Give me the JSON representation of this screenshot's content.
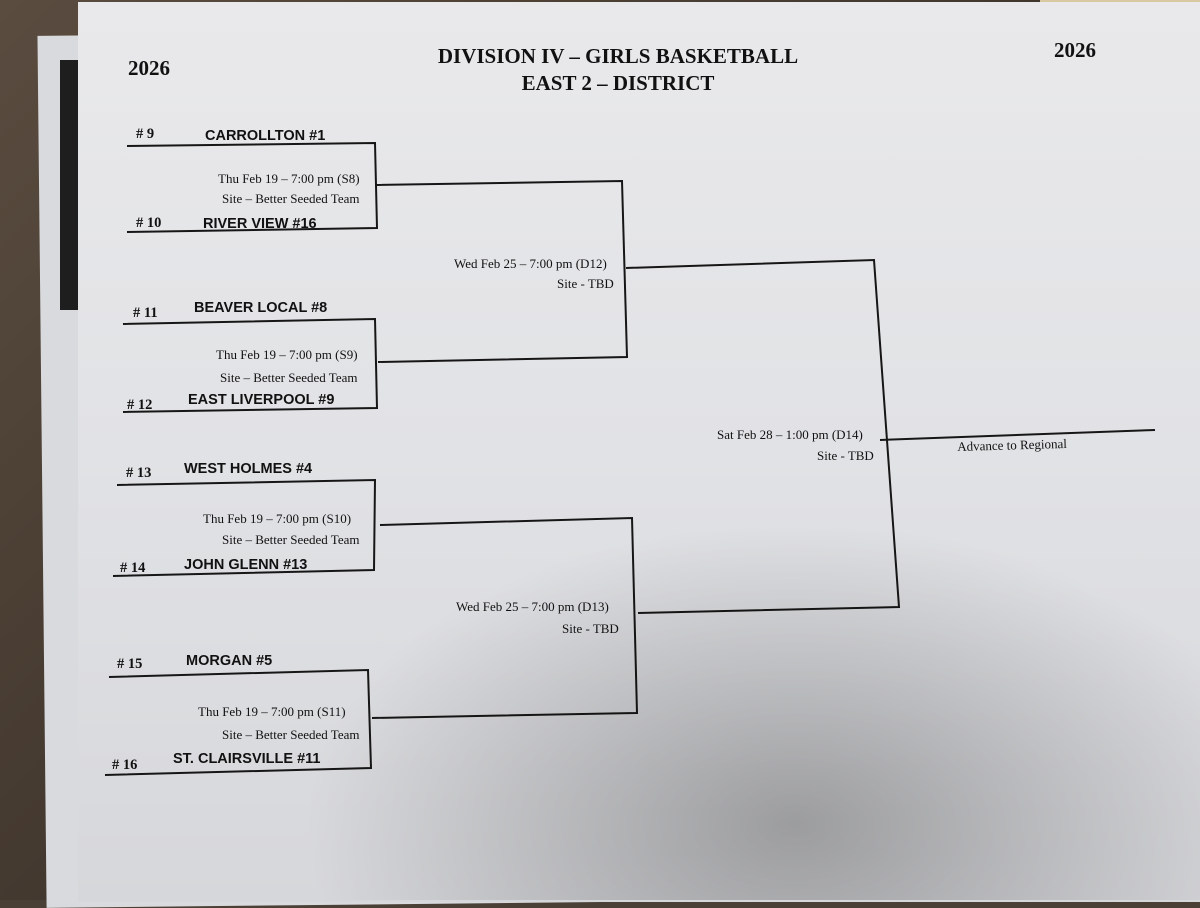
{
  "header": {
    "year_left": "2026",
    "year_right": "2026",
    "title_line1": "DIVISION IV – GIRLS BASKETBALL",
    "title_line2": "EAST 2 – DISTRICT"
  },
  "first_round": [
    {
      "top": {
        "seed": "# 9",
        "team": "CARROLLTON  #1"
      },
      "bottom": {
        "seed": "# 10",
        "team": "RIVER VIEW #16"
      },
      "game": "Thu Feb 19 – 7:00 pm (S8)",
      "site": "Site – Better Seeded Team"
    },
    {
      "top": {
        "seed": "# 11",
        "team": "BEAVER LOCAL #8"
      },
      "bottom": {
        "seed": "# 12",
        "team": "EAST LIVERPOOL #9"
      },
      "game": "Thu Feb 19 – 7:00 pm (S9)",
      "site": "Site – Better Seeded Team"
    },
    {
      "top": {
        "seed": "# 13",
        "team": "WEST HOLMES #4"
      },
      "bottom": {
        "seed": "# 14",
        "team": "JOHN GLENN #13"
      },
      "game": "Thu Feb 19 – 7:00 pm (S10)",
      "site": "Site – Better Seeded Team"
    },
    {
      "top": {
        "seed": "# 15",
        "team": "MORGAN #5"
      },
      "bottom": {
        "seed": "# 16",
        "team": "ST. CLAIRSVILLE #11"
      },
      "game": "Thu Feb 19 – 7:00 pm (S11)",
      "site": "Site – Better Seeded Team"
    }
  ],
  "semifinals": [
    {
      "game": "Wed Feb 25 – 7:00 pm (D12)",
      "site": "Site - TBD"
    },
    {
      "game": "Wed Feb 25 – 7:00 pm (D13)",
      "site": "Site - TBD"
    }
  ],
  "final": {
    "game": "Sat Feb 28 – 1:00 pm (D14)",
    "site": "Site - TBD",
    "advance": "Advance to Regional"
  }
}
